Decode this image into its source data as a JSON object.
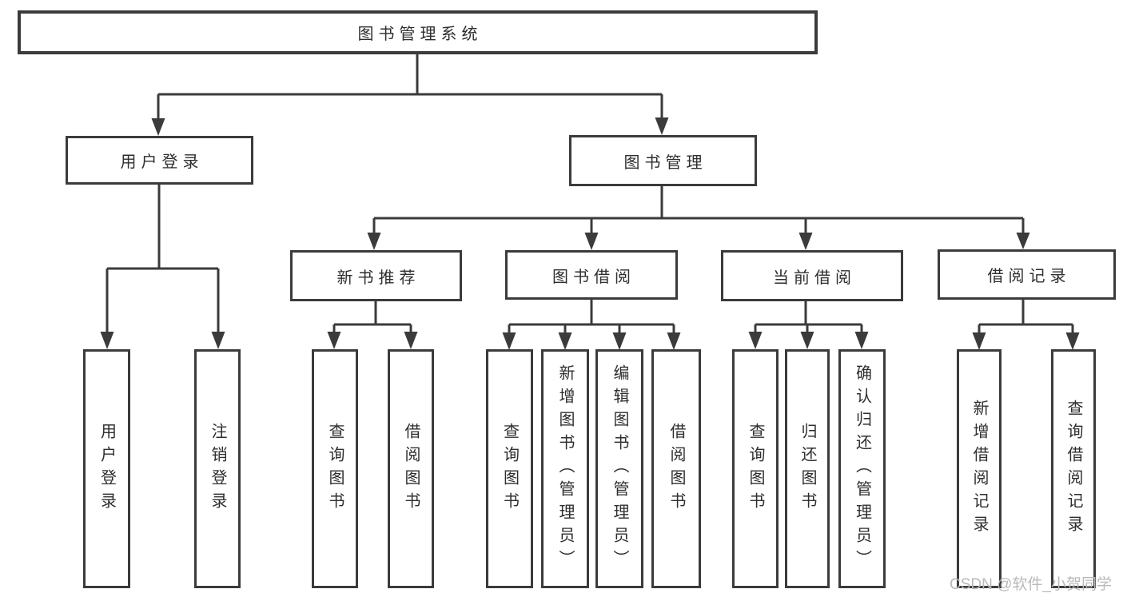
{
  "diagram": {
    "root": "图书管理系统",
    "children": [
      {
        "label": "用户登录",
        "children": [
          {
            "label": "用户登录"
          },
          {
            "label": "注销登录"
          }
        ]
      },
      {
        "label": "图书管理",
        "children": [
          {
            "label": "新书推荐",
            "children": [
              {
                "label": "查询图书"
              },
              {
                "label": "借阅图书"
              }
            ]
          },
          {
            "label": "图书借阅",
            "children": [
              {
                "label": "查询图书"
              },
              {
                "label": "新增图书（管理员）"
              },
              {
                "label": "编辑图书（管理员）"
              },
              {
                "label": "借阅图书"
              }
            ]
          },
          {
            "label": "当前借阅",
            "children": [
              {
                "label": "查询图书"
              },
              {
                "label": "归还图书"
              },
              {
                "label": "确认归还（管理员）"
              }
            ]
          },
          {
            "label": "借阅记录",
            "children": [
              {
                "label": "新增借阅记录"
              },
              {
                "label": "查询借阅记录"
              }
            ]
          }
        ]
      }
    ]
  },
  "watermark": {
    "text": "CSDN @软件_小贺同学"
  },
  "colors": {
    "line": "#3b3b3b",
    "text": "#2e2e2e",
    "watermark": "#b9b9b9",
    "background": "#ffffff"
  }
}
